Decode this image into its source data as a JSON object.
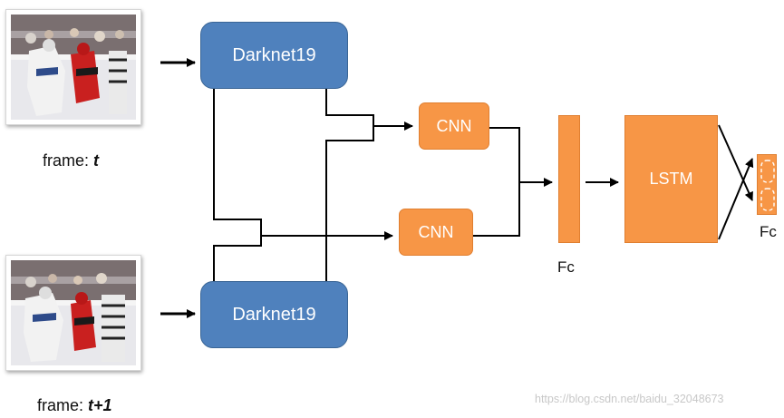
{
  "frames": [
    {
      "caption_prefix": "frame: ",
      "caption_var": "t"
    },
    {
      "caption_prefix": "frame: ",
      "caption_var": "t+1"
    }
  ],
  "nodes": {
    "darknet_top": "Darknet19",
    "darknet_bottom": "Darknet19",
    "cnn_top": "CNN",
    "cnn_bottom": "CNN",
    "lstm": "LSTM",
    "fc_bar_label": "Fc",
    "fc_small_label": "Fc"
  },
  "watermark": "https://blog.csdn.net/baidu_32048673",
  "colors": {
    "darknet_fill": "#4f81bd",
    "orange_fill": "#f79646",
    "line": "#000000"
  }
}
